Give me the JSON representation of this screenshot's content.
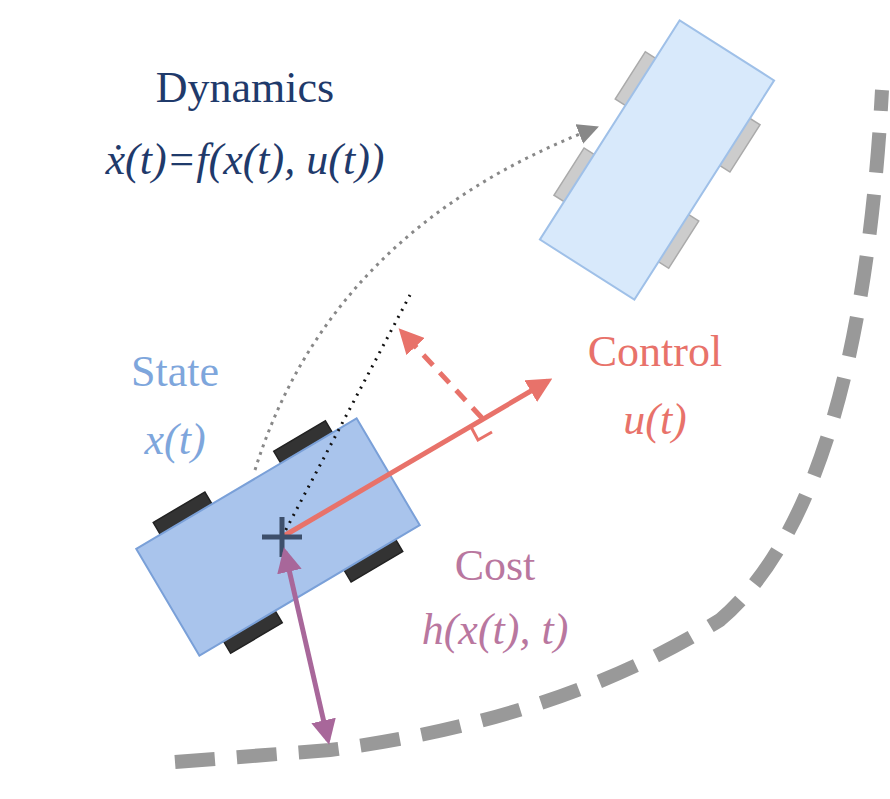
{
  "diagram": {
    "labels": [
      "Dynamics",
      "ẋ(t)=f(x(t), u(t))",
      "State",
      "x(t)",
      "Control",
      "u(t)",
      "Cost",
      "h(x(t), t)"
    ]
  }
}
